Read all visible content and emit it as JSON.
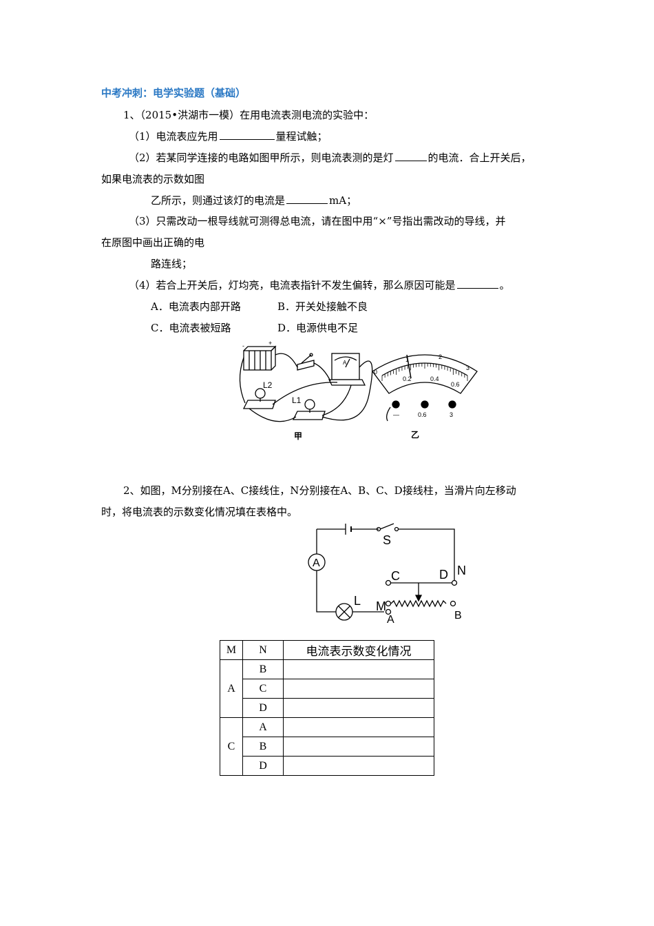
{
  "title": "中考冲刺：电学实验题（基础）",
  "q1": {
    "stem": "1、（2015•洪湖市一模）在用电流表测电流的实验中：",
    "p1_a": "（1）电流表应先用",
    "p1_b": "量程试触；",
    "p2_a": "（2）若某同学连接的电路如图甲所示，则电流表测的是灯",
    "p2_b": "的电流．合上开关后，",
    "p2_c": "如果电流表的示数如图",
    "p2_d": "乙所示，则通过该灯的电流是",
    "p2_e": "mA；",
    "p3_a": "（3）只需改动一根导线就可测得总电流，请在图中用“×”号指出需改动的导线，并",
    "p3_b": "在原图中画出正确的电",
    "p3_c": "路连线；",
    "p4_a": "（4）若合上开关后，灯均亮，电流表指针不发生偏转，那么原因可能是",
    "p4_b": "。",
    "opt_a": "A．电流表内部开路",
    "opt_b": "B．开关处接触不良",
    "opt_c": "C．电流表被短路",
    "opt_d": "D．电源供电不足",
    "fig_jia": {
      "label": "甲",
      "lamp2": "L2",
      "lamp1": "L1",
      "meter": "A",
      "plus": "+",
      "minus": "-"
    },
    "fig_yi": {
      "label": "乙",
      "scale_top": [
        "1",
        "2",
        "3"
      ],
      "scale_bottom": [
        "0",
        "0.2",
        "0.4",
        "0.6"
      ],
      "terminals": [
        "—",
        "0.6",
        "3"
      ]
    }
  },
  "q2": {
    "line1": "2、如图，M分别接在A、C接线住，N分别接在A、B、C、D接线柱，当滑片向左移动",
    "line2": "时，将电流表的示数变化情况填在表格中。",
    "circuit": {
      "ammeter": "A",
      "switch": "S",
      "lamp": "L",
      "M": "M",
      "N": "N",
      "A": "A",
      "B": "B",
      "C": "C",
      "D": "D"
    },
    "table": {
      "headers": [
        "M",
        "N",
        "电流表示数变化情况"
      ],
      "groups": [
        {
          "m": "A",
          "n": [
            "B",
            "C",
            "D"
          ]
        },
        {
          "m": "C",
          "n": [
            "A",
            "B",
            "D"
          ]
        }
      ]
    }
  }
}
